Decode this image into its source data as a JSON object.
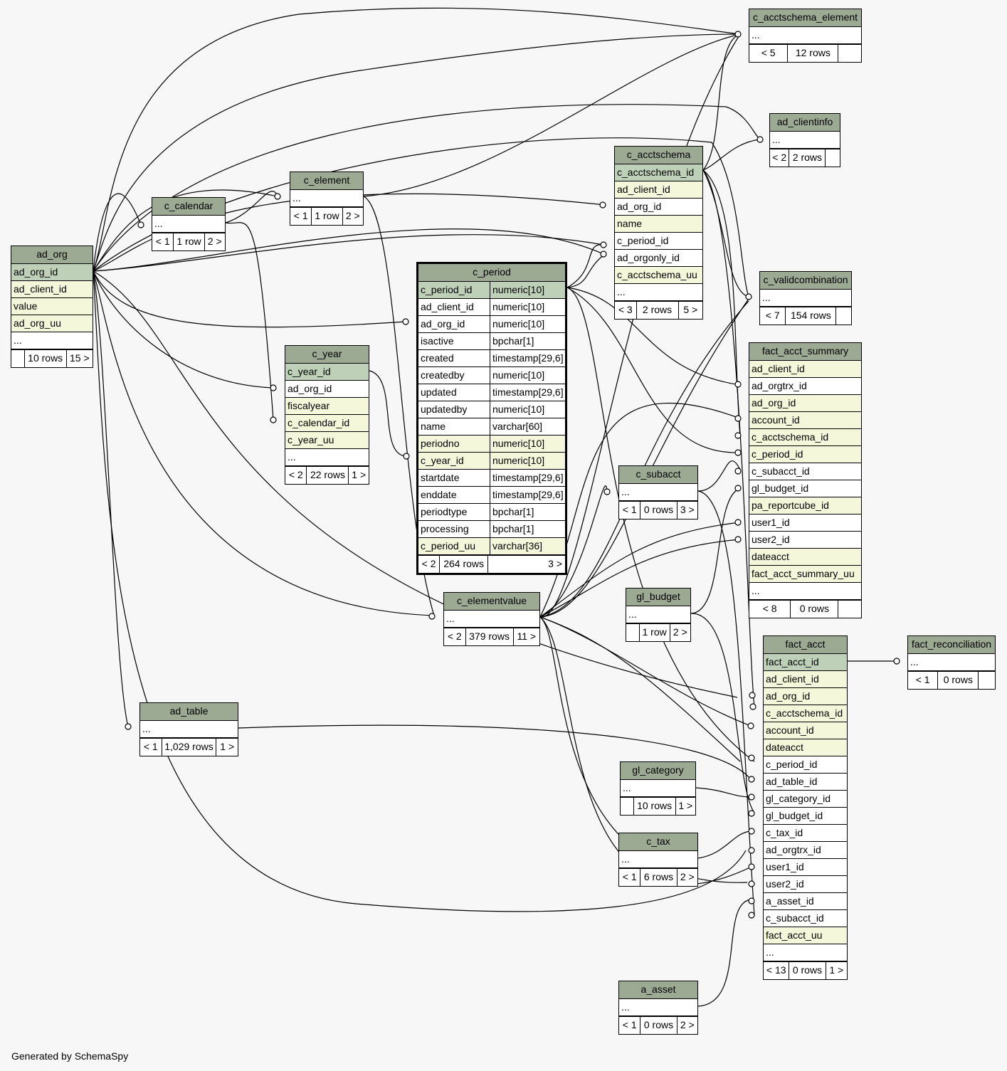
{
  "credit": "Generated by SchemaSpy",
  "tables": {
    "c_acctschema_element": {
      "name": "c_acctschema_element",
      "columns": [
        {
          "name": "...",
          "kind": "plain"
        }
      ],
      "footer": [
        "< 5",
        "12 rows",
        ""
      ]
    },
    "ad_clientinfo": {
      "name": "ad_clientinfo",
      "columns": [
        {
          "name": "...",
          "kind": "plain"
        }
      ],
      "footer": [
        "< 2",
        "2 rows",
        ""
      ]
    },
    "c_acctschema": {
      "name": "c_acctschema",
      "columns": [
        {
          "name": "c_acctschema_id",
          "kind": "pk"
        },
        {
          "name": "ad_client_id",
          "kind": "idx"
        },
        {
          "name": "ad_org_id",
          "kind": "plain"
        },
        {
          "name": "name",
          "kind": "idx"
        },
        {
          "name": "c_period_id",
          "kind": "plain"
        },
        {
          "name": "ad_orgonly_id",
          "kind": "plain"
        },
        {
          "name": "c_acctschema_uu",
          "kind": "idx"
        },
        {
          "name": "...",
          "kind": "plain"
        }
      ],
      "footer": [
        "< 3",
        "2 rows",
        "5 >"
      ]
    },
    "c_element": {
      "name": "c_element",
      "columns": [
        {
          "name": "...",
          "kind": "plain"
        }
      ],
      "footer": [
        "< 1",
        "1 row",
        "2 >"
      ]
    },
    "c_calendar": {
      "name": "c_calendar",
      "columns": [
        {
          "name": "...",
          "kind": "plain"
        }
      ],
      "footer": [
        "< 1",
        "1 row",
        "2 >"
      ]
    },
    "ad_org": {
      "name": "ad_org",
      "columns": [
        {
          "name": "ad_org_id",
          "kind": "pk"
        },
        {
          "name": "ad_client_id",
          "kind": "idx"
        },
        {
          "name": "value",
          "kind": "idx"
        },
        {
          "name": "ad_org_uu",
          "kind": "idx"
        },
        {
          "name": "...",
          "kind": "plain"
        }
      ],
      "footer": [
        "",
        "10 rows",
        "15 >"
      ]
    },
    "c_period": {
      "name": "c_period",
      "columns": [
        {
          "name": "c_period_id",
          "type": "numeric[10]",
          "kind": "pk"
        },
        {
          "name": "ad_client_id",
          "type": "numeric[10]",
          "kind": "plain"
        },
        {
          "name": "ad_org_id",
          "type": "numeric[10]",
          "kind": "plain"
        },
        {
          "name": "isactive",
          "type": "bpchar[1]",
          "kind": "plain"
        },
        {
          "name": "created",
          "type": "timestamp[29,6]",
          "kind": "plain"
        },
        {
          "name": "createdby",
          "type": "numeric[10]",
          "kind": "plain"
        },
        {
          "name": "updated",
          "type": "timestamp[29,6]",
          "kind": "plain"
        },
        {
          "name": "updatedby",
          "type": "numeric[10]",
          "kind": "plain"
        },
        {
          "name": "name",
          "type": "varchar[60]",
          "kind": "plain"
        },
        {
          "name": "periodno",
          "type": "numeric[10]",
          "kind": "idx"
        },
        {
          "name": "c_year_id",
          "type": "numeric[10]",
          "kind": "idx"
        },
        {
          "name": "startdate",
          "type": "timestamp[29,6]",
          "kind": "plain"
        },
        {
          "name": "enddate",
          "type": "timestamp[29,6]",
          "kind": "plain"
        },
        {
          "name": "periodtype",
          "type": "bpchar[1]",
          "kind": "plain"
        },
        {
          "name": "processing",
          "type": "bpchar[1]",
          "kind": "plain"
        },
        {
          "name": "c_period_uu",
          "type": "varchar[36]",
          "kind": "idx"
        }
      ],
      "footer": [
        "< 2",
        "264 rows",
        "3 >"
      ]
    },
    "c_validcombination": {
      "name": "c_validcombination",
      "columns": [
        {
          "name": "...",
          "kind": "plain"
        }
      ],
      "footer": [
        "< 7",
        "154 rows",
        ""
      ]
    },
    "fact_acct_summary": {
      "name": "fact_acct_summary",
      "columns": [
        {
          "name": "ad_client_id",
          "kind": "idx"
        },
        {
          "name": "ad_orgtrx_id",
          "kind": "plain"
        },
        {
          "name": "ad_org_id",
          "kind": "idx"
        },
        {
          "name": "account_id",
          "kind": "idx"
        },
        {
          "name": "c_acctschema_id",
          "kind": "idx"
        },
        {
          "name": "c_period_id",
          "kind": "idx"
        },
        {
          "name": "c_subacct_id",
          "kind": "plain"
        },
        {
          "name": "gl_budget_id",
          "kind": "plain"
        },
        {
          "name": "pa_reportcube_id",
          "kind": "idx"
        },
        {
          "name": "user1_id",
          "kind": "plain"
        },
        {
          "name": "user2_id",
          "kind": "plain"
        },
        {
          "name": "dateacct",
          "kind": "idx"
        },
        {
          "name": "fact_acct_summary_uu",
          "kind": "idx"
        },
        {
          "name": "...",
          "kind": "plain"
        }
      ],
      "footer": [
        "< 8",
        "0 rows",
        ""
      ]
    },
    "c_year": {
      "name": "c_year",
      "columns": [
        {
          "name": "c_year_id",
          "kind": "pk"
        },
        {
          "name": "ad_org_id",
          "kind": "plain"
        },
        {
          "name": "fiscalyear",
          "kind": "idx"
        },
        {
          "name": "c_calendar_id",
          "kind": "idx"
        },
        {
          "name": "c_year_uu",
          "kind": "idx"
        },
        {
          "name": "...",
          "kind": "plain"
        }
      ],
      "footer": [
        "< 2",
        "22 rows",
        "1 >"
      ]
    },
    "c_subacct": {
      "name": "c_subacct",
      "columns": [
        {
          "name": "...",
          "kind": "plain"
        }
      ],
      "footer": [
        "< 1",
        "0 rows",
        "3 >"
      ]
    },
    "gl_budget": {
      "name": "gl_budget",
      "columns": [
        {
          "name": "...",
          "kind": "plain"
        }
      ],
      "footer": [
        "",
        "1 row",
        "2 >"
      ]
    },
    "c_elementvalue": {
      "name": "c_elementvalue",
      "columns": [
        {
          "name": "...",
          "kind": "plain"
        }
      ],
      "footer": [
        "< 2",
        "379 rows",
        "11 >"
      ]
    },
    "fact_acct": {
      "name": "fact_acct",
      "columns": [
        {
          "name": "fact_acct_id",
          "kind": "pk"
        },
        {
          "name": "ad_client_id",
          "kind": "idx"
        },
        {
          "name": "ad_org_id",
          "kind": "idx"
        },
        {
          "name": "c_acctschema_id",
          "kind": "idx"
        },
        {
          "name": "account_id",
          "kind": "idx"
        },
        {
          "name": "dateacct",
          "kind": "idx"
        },
        {
          "name": "c_period_id",
          "kind": "plain"
        },
        {
          "name": "ad_table_id",
          "kind": "plain"
        },
        {
          "name": "gl_category_id",
          "kind": "plain"
        },
        {
          "name": "gl_budget_id",
          "kind": "plain"
        },
        {
          "name": "c_tax_id",
          "kind": "plain"
        },
        {
          "name": "ad_orgtrx_id",
          "kind": "plain"
        },
        {
          "name": "user1_id",
          "kind": "plain"
        },
        {
          "name": "user2_id",
          "kind": "plain"
        },
        {
          "name": "a_asset_id",
          "kind": "plain"
        },
        {
          "name": "c_subacct_id",
          "kind": "plain"
        },
        {
          "name": "fact_acct_uu",
          "kind": "idx"
        },
        {
          "name": "...",
          "kind": "plain"
        }
      ],
      "footer": [
        "< 13",
        "0 rows",
        "1 >"
      ]
    },
    "fact_reconciliation": {
      "name": "fact_reconciliation",
      "columns": [
        {
          "name": "...",
          "kind": "plain"
        }
      ],
      "footer": [
        "< 1",
        "0 rows",
        ""
      ]
    },
    "ad_table": {
      "name": "ad_table",
      "columns": [
        {
          "name": "...",
          "kind": "plain"
        }
      ],
      "footer": [
        "< 1",
        "1,029 rows",
        "1 >"
      ]
    },
    "gl_category": {
      "name": "gl_category",
      "columns": [
        {
          "name": "...",
          "kind": "plain"
        }
      ],
      "footer": [
        "",
        "10 rows",
        "1 >"
      ]
    },
    "c_tax": {
      "name": "c_tax",
      "columns": [
        {
          "name": "...",
          "kind": "plain"
        }
      ],
      "footer": [
        "< 1",
        "6 rows",
        "2 >"
      ]
    },
    "a_asset": {
      "name": "a_asset",
      "columns": [
        {
          "name": "...",
          "kind": "plain"
        }
      ],
      "footer": [
        "< 1",
        "0 rows",
        "2 >"
      ]
    }
  }
}
